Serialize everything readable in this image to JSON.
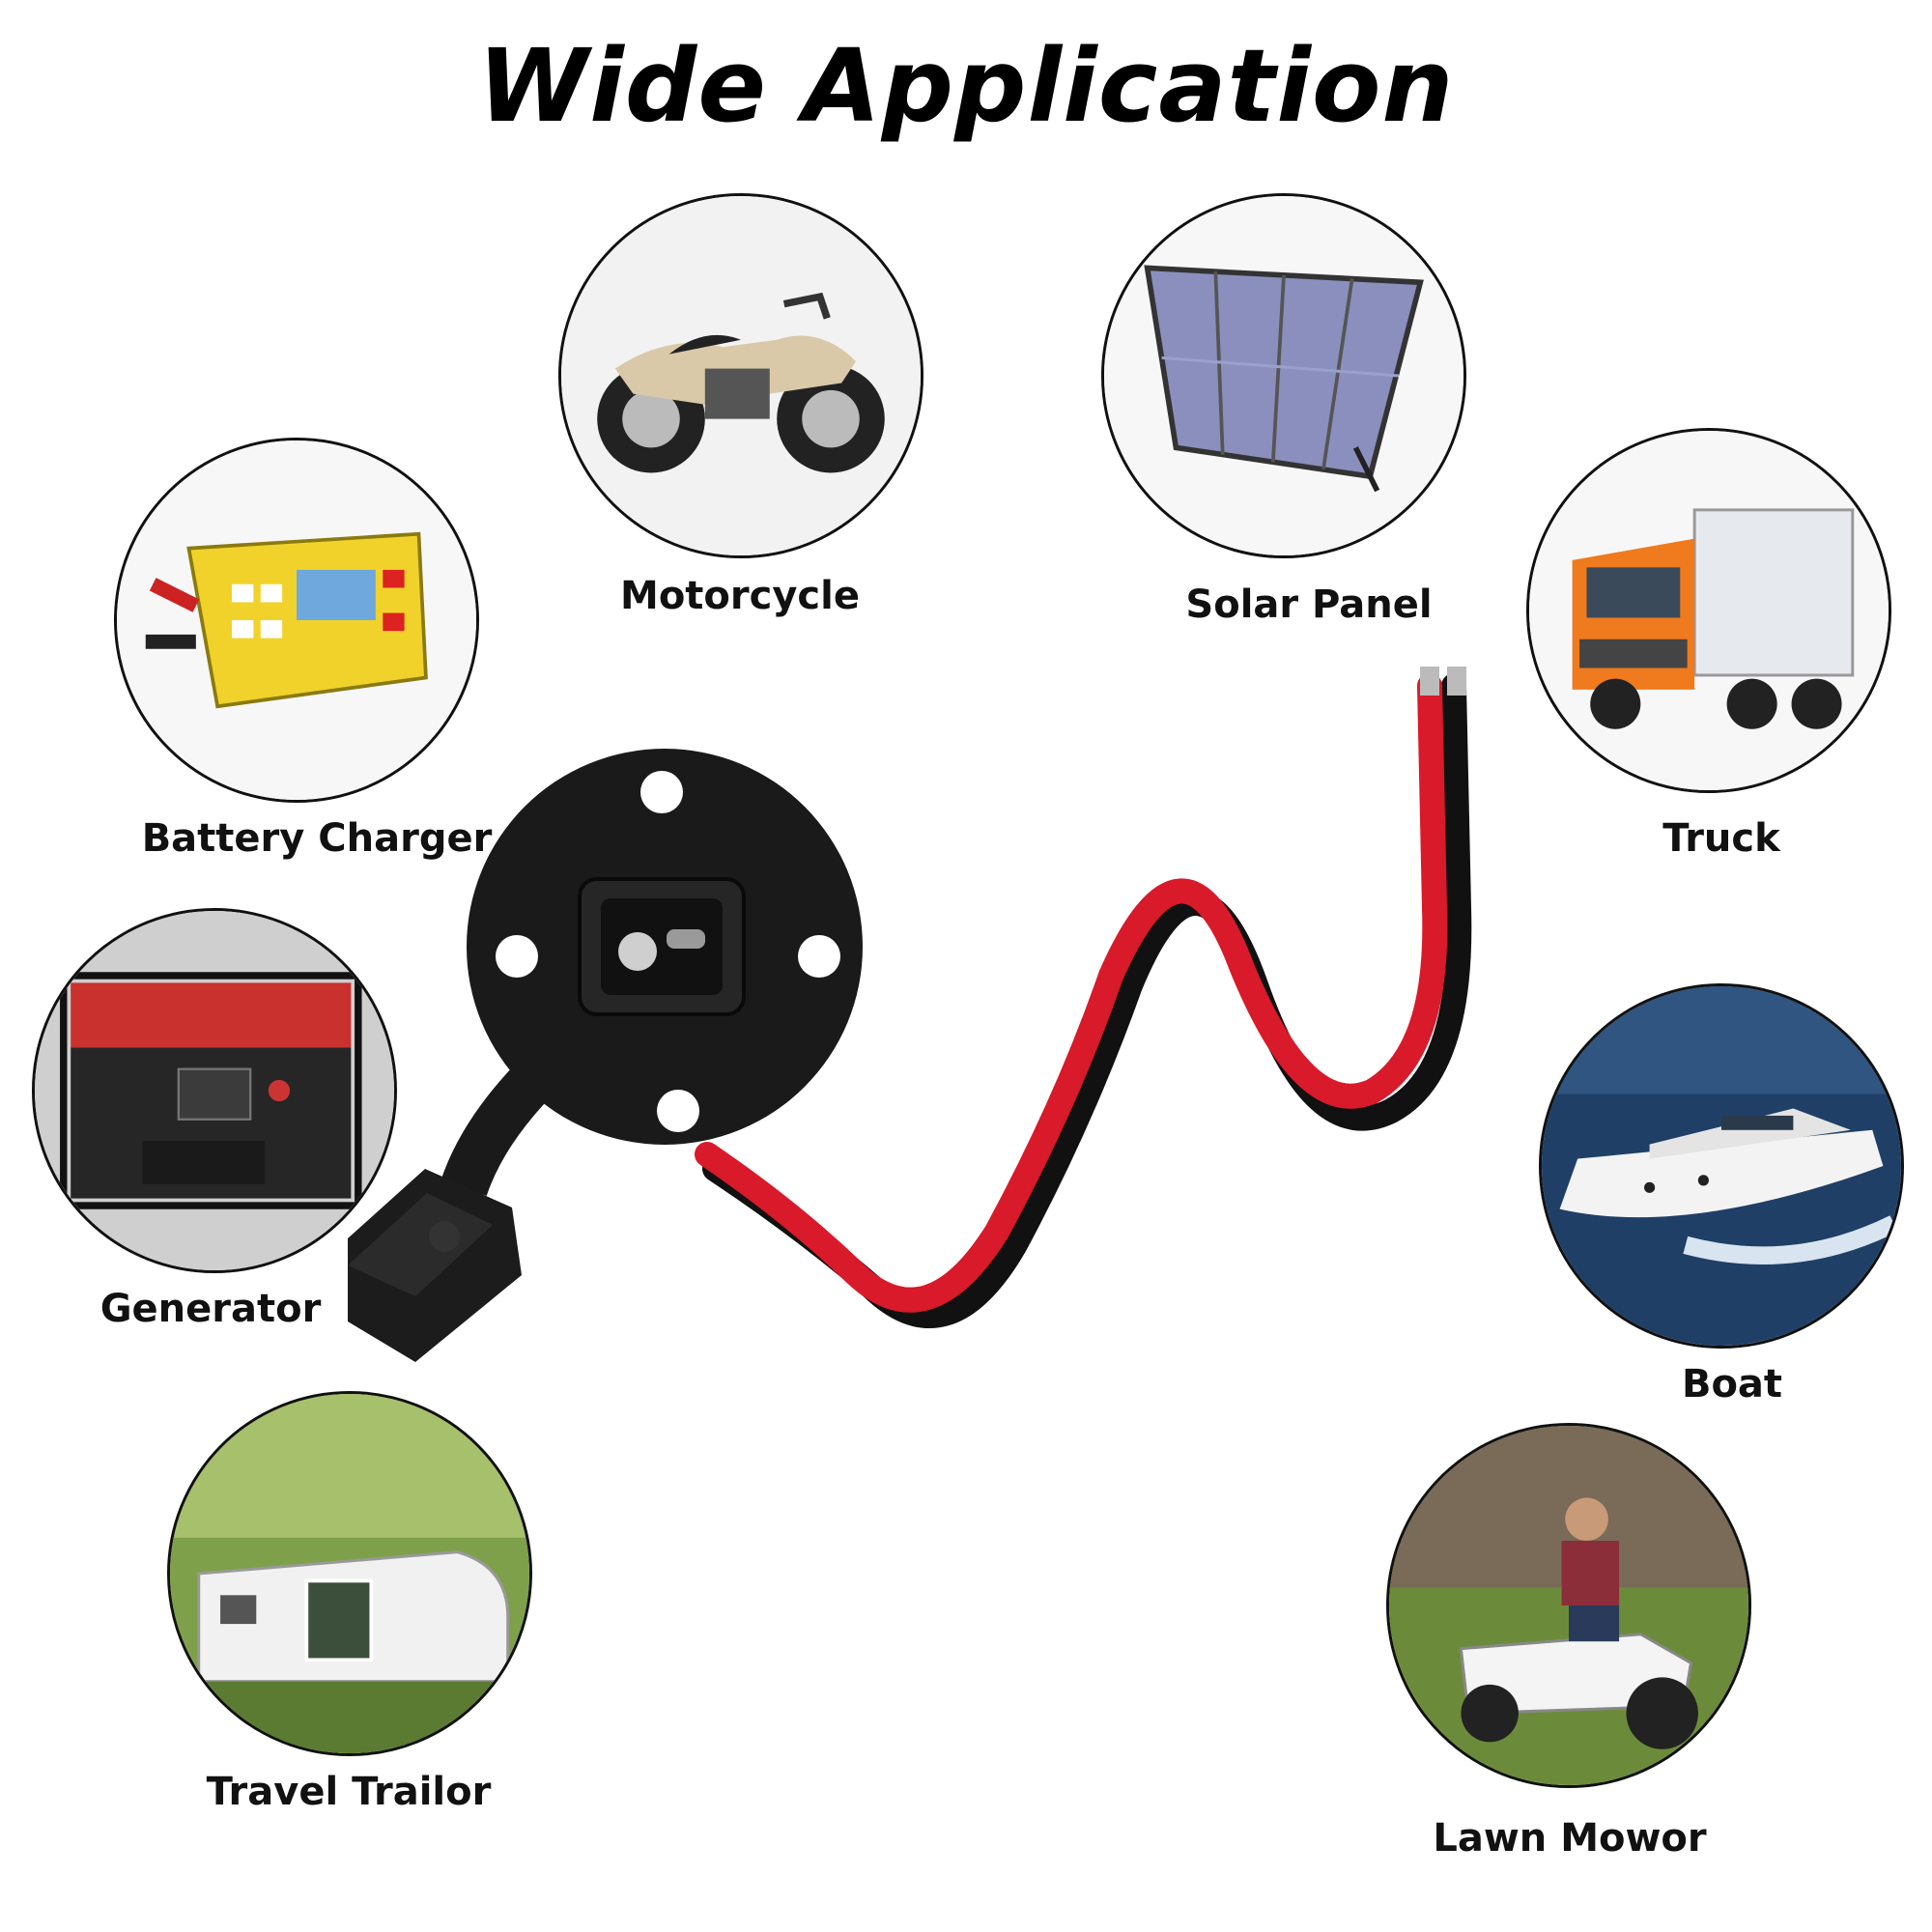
{
  "title": "Wide Application",
  "applications": [
    {
      "key": "motorcycle",
      "label": "Motorcycle",
      "icon": "motorcycle-icon"
    },
    {
      "key": "solar",
      "label": "Solar Panel",
      "icon": "solar-panel-icon"
    },
    {
      "key": "charger",
      "label": "Battery Charger",
      "icon": "battery-charger-icon"
    },
    {
      "key": "truck",
      "label": "Truck",
      "icon": "truck-icon"
    },
    {
      "key": "generator",
      "label": "Generator",
      "icon": "generator-icon"
    },
    {
      "key": "boat",
      "label": "Boat",
      "icon": "boat-icon"
    },
    {
      "key": "trailer",
      "label": "Travel Trailor",
      "icon": "travel-trailer-icon"
    },
    {
      "key": "mower",
      "label": "Lawn Mowor",
      "icon": "lawn-mower-icon"
    }
  ],
  "colors": {
    "wire_red": "#d81a2a",
    "wire_black": "#111111",
    "connector": "#1a1a1a"
  }
}
